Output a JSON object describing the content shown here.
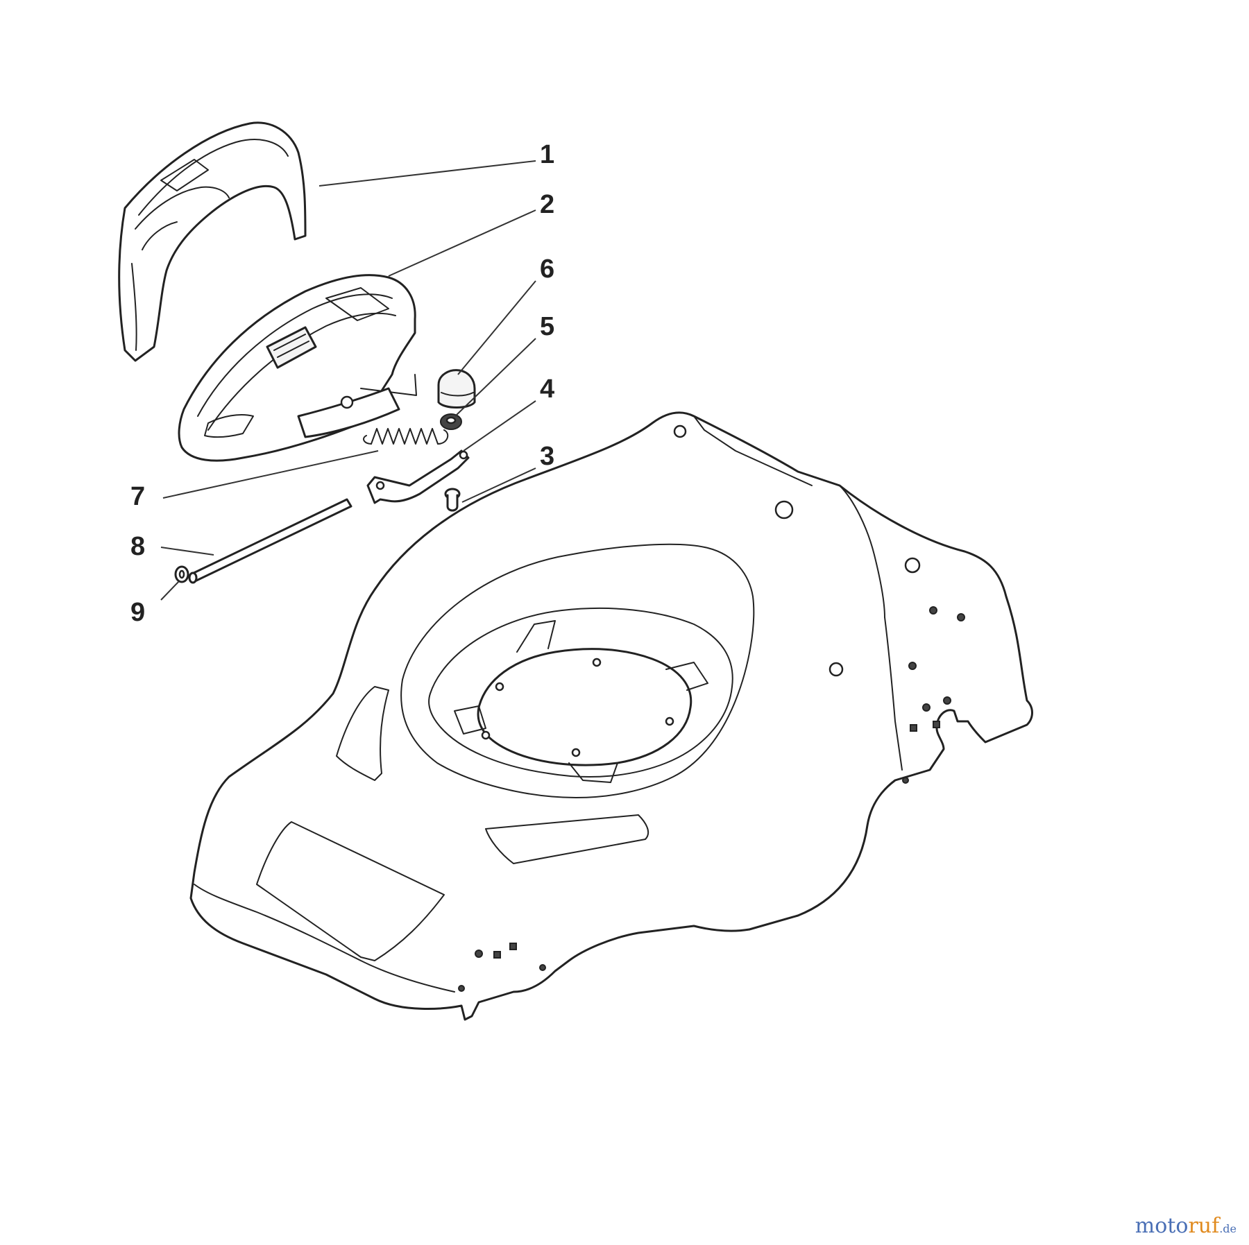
{
  "callouts": [
    {
      "id": "c1",
      "label": "1"
    },
    {
      "id": "c2",
      "label": "2"
    },
    {
      "id": "c3",
      "label": "3"
    },
    {
      "id": "c4",
      "label": "4"
    },
    {
      "id": "c5",
      "label": "5"
    },
    {
      "id": "c6",
      "label": "6"
    },
    {
      "id": "c7",
      "label": "7"
    },
    {
      "id": "c8",
      "label": "8"
    },
    {
      "id": "c9",
      "label": "9"
    }
  ],
  "watermark": {
    "part1": "moto",
    "part2": "ruf",
    "part3": ".de"
  },
  "colors": {
    "line": "#222222",
    "watermark_blue": "#4a6fb5",
    "watermark_orange": "#e08a1e"
  }
}
